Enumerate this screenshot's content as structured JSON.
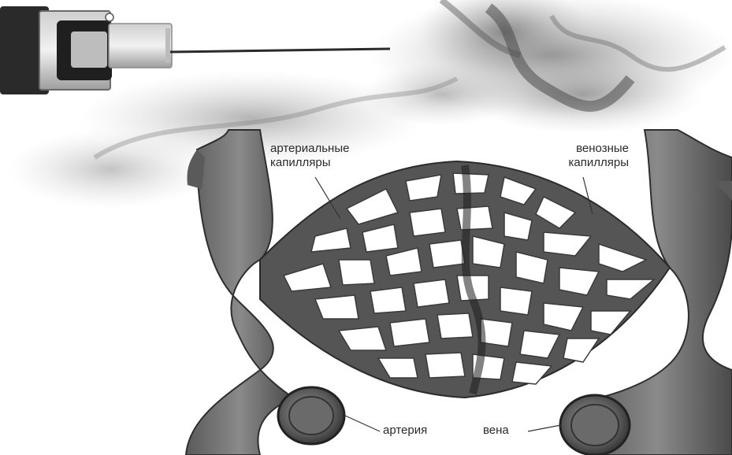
{
  "labels": {
    "arterial_capillaries_line1": "артериальные",
    "arterial_capillaries_line2": "капилляры",
    "venous_capillaries_line1": "венозные",
    "venous_capillaries_line2": "капилляры",
    "artery": "артерия",
    "vein": "вена"
  },
  "icons": {
    "syringe": "syringe-icon",
    "smoke": "smoke-cloud"
  },
  "colors": {
    "vessel_dark": "#4a4a4a",
    "vessel_mid": "#7a7a7a",
    "vessel_light": "#a8a8a8",
    "smoke": "#9a9a9a",
    "background": "#ffffff"
  }
}
